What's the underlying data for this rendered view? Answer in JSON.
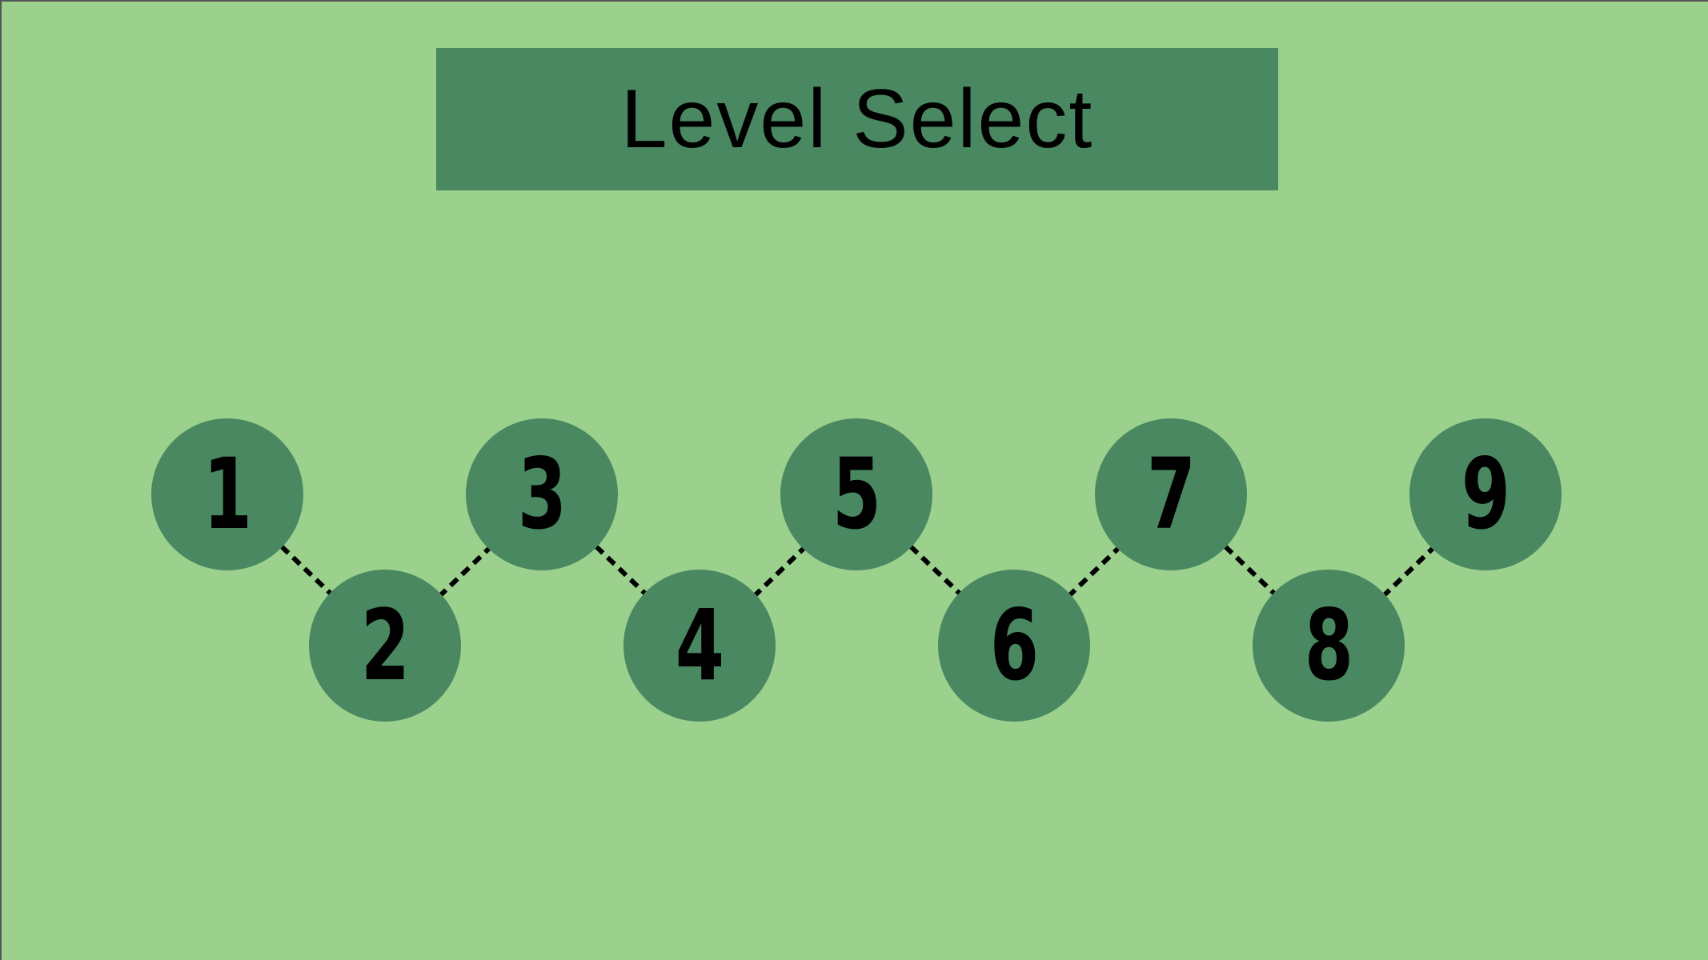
{
  "screen": {
    "title": "Level Select",
    "background_color": "#9bd08d",
    "node_color": "#498861"
  },
  "levels": [
    {
      "label": "1"
    },
    {
      "label": "2"
    },
    {
      "label": "3"
    },
    {
      "label": "4"
    },
    {
      "label": "5"
    },
    {
      "label": "6"
    },
    {
      "label": "7"
    },
    {
      "label": "8"
    },
    {
      "label": "9"
    }
  ]
}
